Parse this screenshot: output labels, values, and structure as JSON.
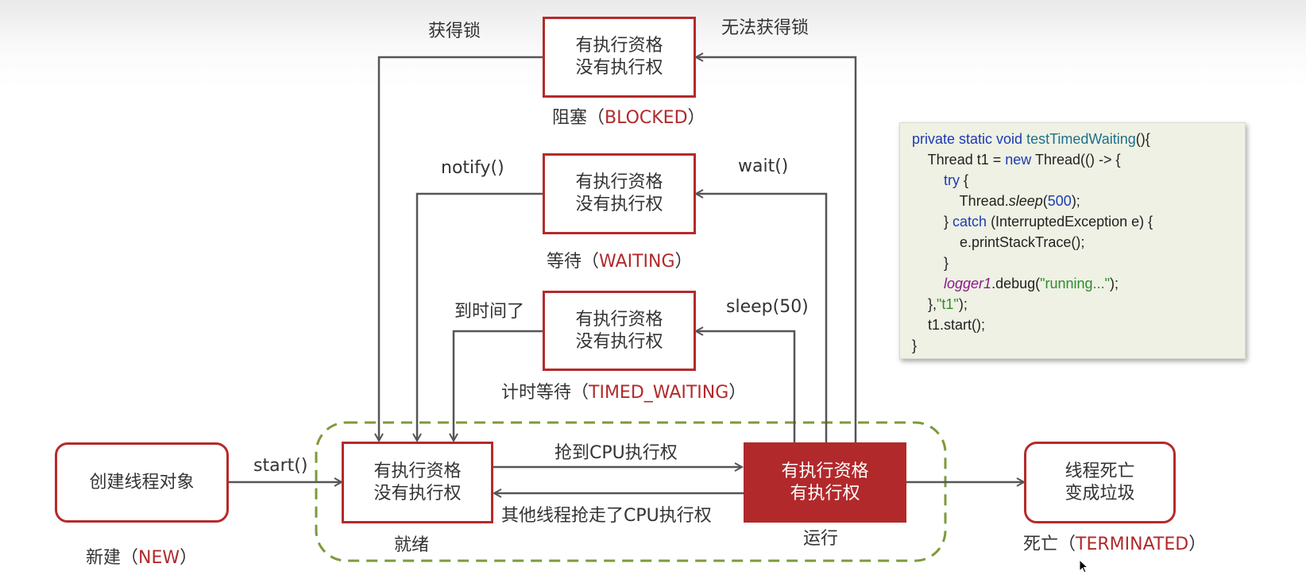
{
  "states": {
    "new": {
      "box_line1": "创建线程对象",
      "caption_zh": "新建（",
      "caption_en": "NEW",
      "caption_end": "）"
    },
    "runnable_ready": {
      "line1": "有执行资格",
      "line2": "没有执行权",
      "caption": "就绪"
    },
    "running": {
      "line1": "有执行资格",
      "line2": "有执行权",
      "caption": "运行"
    },
    "terminated": {
      "line1": "线程死亡",
      "line2": "变成垃圾",
      "caption_zh": "死亡（",
      "caption_en": "TERMINATED",
      "caption_end": "）"
    },
    "blocked": {
      "line1": "有执行资格",
      "line2": "没有执行权",
      "caption_zh": "阻塞（",
      "caption_en": "BLOCKED",
      "caption_end": "）"
    },
    "waiting": {
      "line1": "有执行资格",
      "line2": "没有执行权",
      "caption_zh": "等待（",
      "caption_en": "WAITING",
      "caption_end": "）"
    },
    "timed_waiting": {
      "line1": "有执行资格",
      "line2": "没有执行权",
      "caption_zh": "计时等待（",
      "caption_en": "TIMED_WAITING",
      "caption_end": "）"
    }
  },
  "transitions": {
    "start": "start()",
    "grab_cpu": "抢到CPU执行权",
    "lose_cpu": "其他线程抢走了CPU执行权",
    "get_lock": "获得锁",
    "no_lock": "无法获得锁",
    "notify": "notify()",
    "wait": "wait()",
    "time_up": "到时间了",
    "sleep": "sleep(50)"
  },
  "code": {
    "l1_kw": "private static void ",
    "l1_fn": "testTimedWaiting",
    "l1_rest": "(){",
    "l2_a": "    Thread t1 = ",
    "l2_kw": "new ",
    "l2_b": "Thread(() -> {",
    "l3_a": "        ",
    "l3_kw": "try",
    "l3_b": " {",
    "l4_a": "            Thread.",
    "l4_it": "sleep",
    "l4_b": "(",
    "l4_num": "500",
    "l4_c": ");",
    "l5_a": "        } ",
    "l5_kw": "catch",
    "l5_b": " (InterruptedException e) {",
    "l6": "            e.printStackTrace();",
    "l7": "        }",
    "l8_a": "        ",
    "l8_lg": "logger1",
    "l8_b": ".debug(",
    "l8_str": "\"running...\"",
    "l8_c": ");",
    "l9_a": "    },",
    "l9_str": "\"t1\"",
    "l9_b": ");",
    "l10": "    t1.start();",
    "l11": "}"
  },
  "colors": {
    "accent_red": "#b2292b",
    "arrow_gray": "#555555",
    "dashed_group": "#7d9a3c",
    "code_bg": "#eef1e4"
  }
}
